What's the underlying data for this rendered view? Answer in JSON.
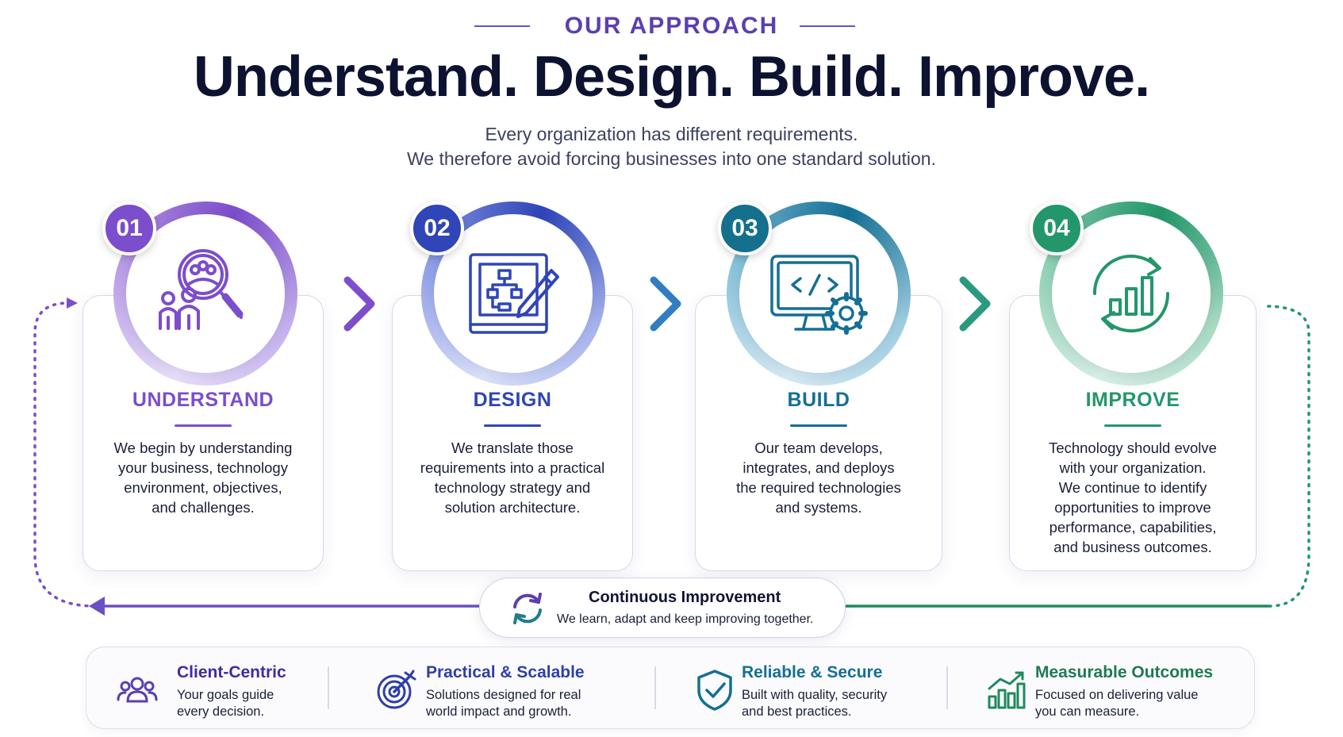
{
  "header": {
    "eyebrow": "OUR APPROACH",
    "headline": "Understand. Design. Build. Improve.",
    "subline_1": "Every organization has different requirements.",
    "subline_2": "We therefore avoid forcing businesses into one standard solution."
  },
  "steps": [
    {
      "number": "01",
      "title": "UNDERSTAND",
      "icon": "team-magnifier-icon",
      "color": "#7c4dcc",
      "lines": [
        "We begin by understanding",
        "your business, technology",
        "environment, objectives,",
        "and challenges."
      ]
    },
    {
      "number": "02",
      "title": "DESIGN",
      "icon": "blueprint-pencil-icon",
      "color": "#2f45b8",
      "lines": [
        "We translate those",
        "requirements into a practical",
        "technology strategy and",
        "solution architecture."
      ]
    },
    {
      "number": "03",
      "title": "BUILD",
      "icon": "code-monitor-gear-icon",
      "color": "#146f95",
      "lines": [
        "Our team develops,",
        "integrates, and deploys",
        "the required technologies",
        "and systems."
      ]
    },
    {
      "number": "04",
      "title": "IMPROVE",
      "icon": "growth-cycle-icon",
      "color": "#23976a",
      "lines": [
        "Technology should evolve",
        "with your organization.",
        "We continue to identify",
        "opportunities to improve",
        "performance, capabilities,",
        "and business outcomes."
      ]
    }
  ],
  "continuous": {
    "title": "Continuous Improvement",
    "subtitle": "We learn, adapt and keep improving together.",
    "icon": "refresh-cycle-icon"
  },
  "features": [
    {
      "title": "Client-Centric",
      "line1": "Your goals guide",
      "line2": "every decision.",
      "icon": "users-icon",
      "color": "#5b3fb0"
    },
    {
      "title": "Practical & Scalable",
      "line1": "Solutions designed for real",
      "line2": "world impact and growth.",
      "icon": "target-icon",
      "color": "#2f3fa8"
    },
    {
      "title": "Reliable & Secure",
      "line1": "Built with quality, security",
      "line2": "and best practices.",
      "icon": "shield-icon",
      "color": "#146f95"
    },
    {
      "title": "Measurable Outcomes",
      "line1": "Focused on delivering value",
      "line2": "you can measure.",
      "icon": "bar-growth-icon",
      "color": "#1f8a5e"
    }
  ]
}
